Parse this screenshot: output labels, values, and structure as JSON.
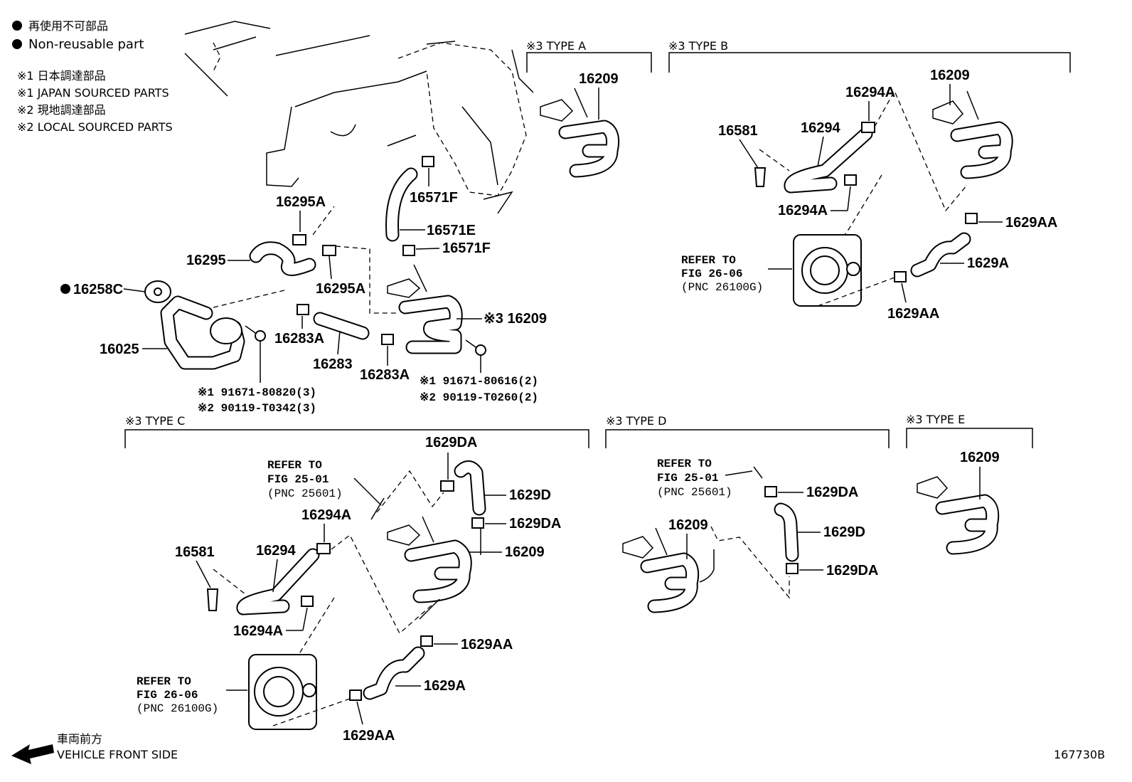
{
  "legend": {
    "nonreusable_jp": "再使用不可部品",
    "nonreusable_en": "Non-reusable part",
    "note1_jp": "※1 日本調達部品",
    "note1_en": "※1 JAPAN SOURCED PARTS",
    "note2_jp": "※2 現地調達部品",
    "note2_en": "※2 LOCAL SOURCED PARTS"
  },
  "types": {
    "a": "※3 TYPE A",
    "b": "※3 TYPE B",
    "c": "※3 TYPE C",
    "d": "※3 TYPE D",
    "e": "※3 TYPE E"
  },
  "main": {
    "p16295A_top": "16295A",
    "p16295": "16295",
    "p16295A_mid": "16295A",
    "p16258C": "16258C",
    "p16025": "16025",
    "p16283A_left": "16283A",
    "p16283": "16283",
    "p16283A_right": "16283A",
    "p16571F_top": "16571F",
    "p16571E": "16571E",
    "p16571F_bot": "16571F",
    "p16209_main": "※3 16209",
    "bolt_left_1": "※1 91671-80820(3)",
    "bolt_left_2": "※2 90119-T0342(3)",
    "bolt_right_1": "※1 91671-80616(2)",
    "bolt_right_2": "※2 90119-T0260(2)"
  },
  "typeA": {
    "p16209": "16209"
  },
  "typeB": {
    "p16209": "16209",
    "p16294A_top": "16294A",
    "p16581": "16581",
    "p16294": "16294",
    "p16294A_bot": "16294A",
    "p1629AA_top": "1629AA",
    "p1629A": "1629A",
    "p1629AA_bot": "1629AA",
    "refer_1": "REFER TO",
    "refer_2": "FIG 26-06",
    "refer_3": "(PNC 26100G)"
  },
  "typeC": {
    "refer_top_1": "REFER TO",
    "refer_top_2": "FIG 25-01",
    "refer_top_3": "(PNC 25601)",
    "p1629DA_top": "1629DA",
    "p1629D": "1629D",
    "p1629DA_mid": "1629DA",
    "p16209": "16209",
    "p16294A_top": "16294A",
    "p16581": "16581",
    "p16294": "16294",
    "p16294A_bot": "16294A",
    "p1629AA_top": "1629AA",
    "p1629A": "1629A",
    "p1629AA_bot": "1629AA",
    "refer_bot_1": "REFER TO",
    "refer_bot_2": "FIG 26-06",
    "refer_bot_3": "(PNC 26100G)"
  },
  "typeD": {
    "refer_1": "REFER TO",
    "refer_2": "FIG 25-01",
    "refer_3": "(PNC 25601)",
    "p1629DA_top": "1629DA",
    "p16209": "16209",
    "p1629D": "1629D",
    "p1629DA_bot": "1629DA"
  },
  "typeE": {
    "p16209": "16209"
  },
  "footer": {
    "front_jp": "車両前方",
    "front_en": "VEHICLE FRONT SIDE",
    "fig_code": "167730B"
  }
}
